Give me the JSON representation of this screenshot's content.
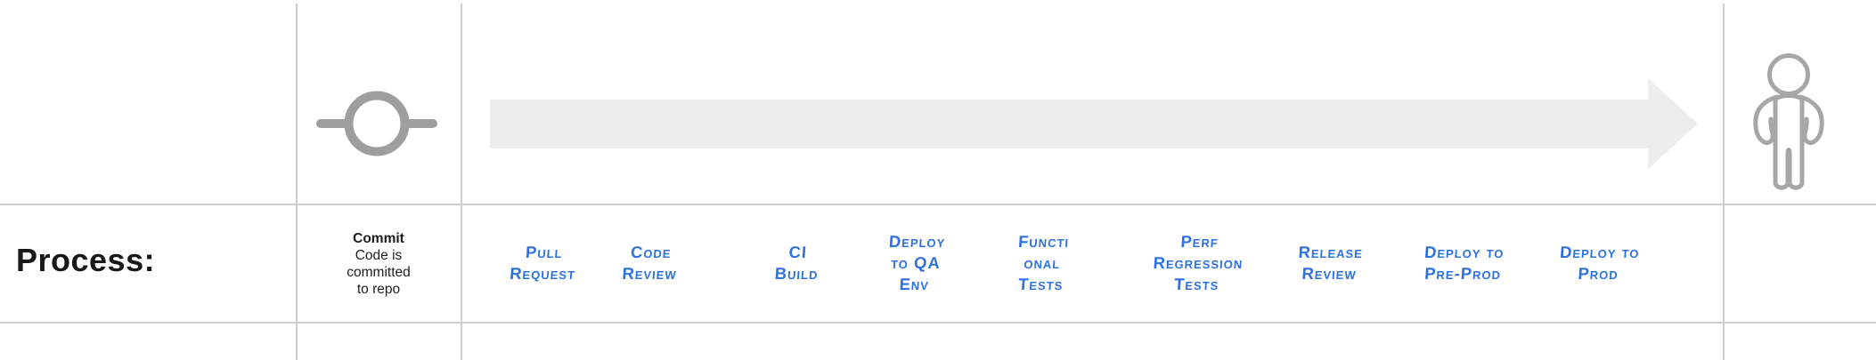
{
  "diagram": {
    "row_label": "Process:",
    "commit": {
      "title": "Commit",
      "description": "Code is\ncommitted\nto repo"
    },
    "steps": [
      {
        "label": "Pull\nRequest"
      },
      {
        "label": "Code\nReview"
      },
      {
        "label": "CI\nBuild"
      },
      {
        "label": "Deploy\nto QA\nEnv"
      },
      {
        "label": "Functi\nonal\nTests"
      },
      {
        "label": "Perf\nRegression\nTests"
      },
      {
        "label": "Release\nReview"
      },
      {
        "label": "Deploy to\nPre-Prod"
      },
      {
        "label": "Deploy to\nProd"
      }
    ],
    "icons": {
      "commit_node": "commit-node-icon",
      "timeline_arrow": "right-arrow-icon",
      "person": "person-outline-icon"
    },
    "colors": {
      "step_label_blue": "#2e72e2",
      "grid_line_gray": "#cdced2",
      "icon_gray": "#a0a0a0",
      "arrow_fill_gray": "#ededee",
      "text_black": "#1c1d1f"
    }
  }
}
